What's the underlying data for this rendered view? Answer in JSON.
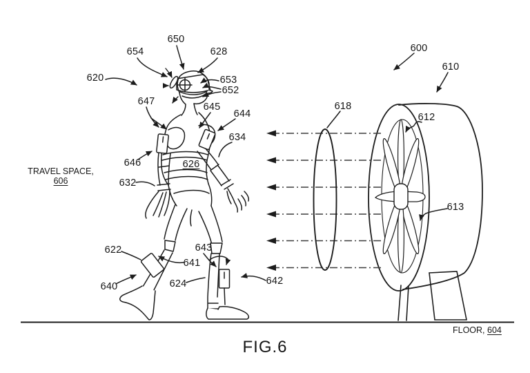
{
  "figure": {
    "caption": "FIG.6",
    "travel_space": {
      "line1": "TRAVEL SPACE,",
      "ref": "606"
    },
    "floor": {
      "prefix": "FLOOR, ",
      "ref": "604"
    },
    "chest_ref": "626"
  },
  "refs": {
    "600": "600",
    "610": "610",
    "612": "612",
    "613": "613",
    "618": "618",
    "620": "620",
    "622": "622",
    "624": "624",
    "628": "628",
    "632": "632",
    "634": "634",
    "640": "640",
    "641": "641",
    "642": "642",
    "643": "643",
    "644": "644",
    "645": "645",
    "646": "646",
    "647": "647",
    "650": "650",
    "652": "652",
    "653": "653",
    "654": "654"
  },
  "colors": {
    "ink": "#1c1c1c",
    "background": "#ffffff"
  }
}
